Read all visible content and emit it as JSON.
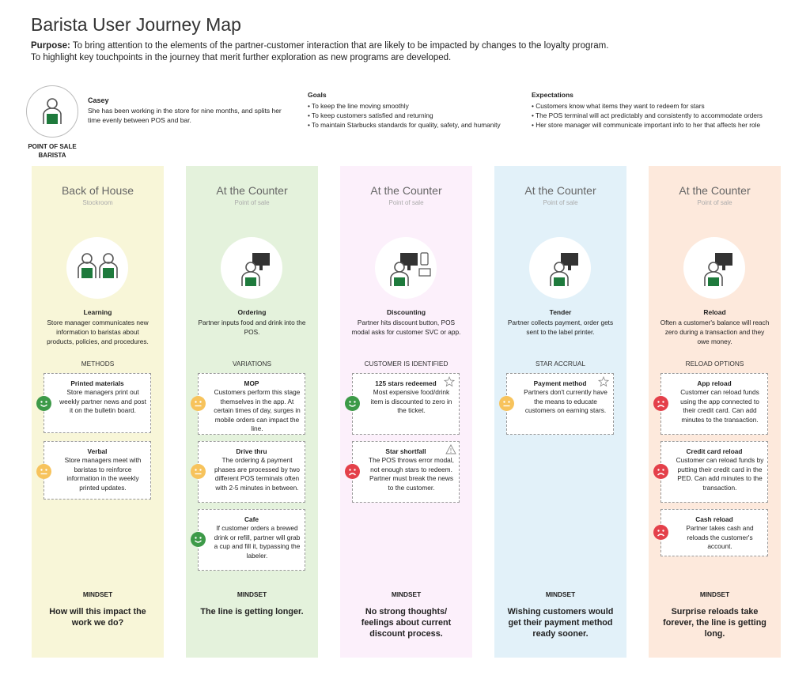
{
  "title": "Barista User Journey Map",
  "purpose": {
    "label": "Purpose:",
    "line1": " To bring attention to the elements of the partner-customer interaction that are likely to be impacted by changes to the loyalty program.",
    "line2": "To highlight key touchpoints in the journey that merit further exploration as new programs are developed."
  },
  "persona": {
    "role": "POINT OF SALE BARISTA",
    "name": "Casey",
    "description": "She has been working in the store for nine months, and splits her time evenly between POS and bar."
  },
  "goals": {
    "title": "Goals",
    "items": [
      "• To keep the line moving smoothly",
      "• To keep customers satisfied and returning",
      "• To maintain Starbucks standards for quality, safety, and humanity"
    ]
  },
  "expectations": {
    "title": "Expectations",
    "items": [
      "• Customers know what items they want to redeem for stars",
      "• The POS terminal will act predictably and consistently to accommodate orders",
      "• Her store manager will communicate important info to her that affects her role"
    ]
  },
  "colors": {
    "col1": "#f8f6d8",
    "col2": "#e4f2dc",
    "col3": "#fcf0fb",
    "col4": "#e2f1f9",
    "col5": "#fde9dc",
    "happy": "#3d9a48",
    "neutral": "#f7c35c",
    "sad": "#e4404a"
  },
  "columns": [
    {
      "title": "Back of House",
      "subtitle": "Stockroom",
      "stage": "Learning",
      "description": "Store manager communicates new information to baristas about products, policies, and procedures.",
      "section": "METHODS",
      "cards": [
        {
          "title": "Printed materials",
          "text": "Store managers print out weekly partner news and post it on the bulletin board.",
          "mood": "happy"
        },
        {
          "title": "Verbal",
          "text": "Store managers meet with baristas to reinforce information in the weekly printed updates.",
          "mood": "neutral"
        }
      ],
      "mindset_label": "MINDSET",
      "mindset": "How will this impact the work we do?"
    },
    {
      "title": "At the Counter",
      "subtitle": "Point of sale",
      "stage": "Ordering",
      "description": "Partner inputs food and drink into the POS.",
      "section": "VARIATIONS",
      "cards": [
        {
          "title": "MOP",
          "text": "Customers perform this stage themselves in the app. At certain times of day, surges in mobile orders can impact the line.",
          "mood": "neutral"
        },
        {
          "title": "Drive thru",
          "text": "The ordering & payment phases are processed by two different POS terminals often with 2-5 minutes in between.",
          "mood": "neutral"
        },
        {
          "title": "Cafe",
          "text": "If customer orders a brewed drink or refill, partner will grab a cup and fill it, bypassing the labeler.",
          "mood": "happy"
        }
      ],
      "mindset_label": "MINDSET",
      "mindset": "The line is getting longer."
    },
    {
      "title": "At the Counter",
      "subtitle": "Point of sale",
      "stage": "Discounting",
      "description": "Partner hits discount button, POS modal asks for customer SVC or app.",
      "section": "CUSTOMER IS IDENTIFIED",
      "cards": [
        {
          "title": "125 stars redeemed",
          "text": "Most expensive food/drink item is discounted to zero in the ticket.",
          "mood": "happy"
        },
        {
          "title": "Star shortfall",
          "text": "The POS throws error modal, not enough stars to redeem. Partner must break the news to the customer.",
          "mood": "sad"
        }
      ],
      "mindset_label": "MINDSET",
      "mindset": "No strong thoughts/ feelings about current discount process."
    },
    {
      "title": "At the Counter",
      "subtitle": "Point of sale",
      "stage": "Tender",
      "description": "Partner collects payment, order gets sent to the label printer.",
      "section": "STAR ACCRUAL",
      "cards": [
        {
          "title": "Payment method",
          "text": "Partners don't currently have the means to educate customers on earning stars.",
          "mood": "neutral"
        }
      ],
      "mindset_label": "MINDSET",
      "mindset": "Wishing customers would get their payment method ready sooner."
    },
    {
      "title": "At the Counter",
      "subtitle": "Point of sale",
      "stage": "Reload",
      "description": "Often a customer's balance will reach zero during a transaction and they owe money.",
      "section": "RELOAD OPTIONS",
      "cards": [
        {
          "title": "App reload",
          "text": "Customer can reload funds using the app connected to their credit card. Can add minutes to the transaction.",
          "mood": "sad"
        },
        {
          "title": "Credit card reload",
          "text": "Customer can reload funds by putting their credit card in the PED. Can add minutes to the transaction.",
          "mood": "sad"
        },
        {
          "title": "Cash reload",
          "text": "Partner takes cash and reloads the customer's account.",
          "mood": "sad"
        }
      ],
      "mindset_label": "MINDSET",
      "mindset": "Surprise reloads take forever, the line is getting long."
    }
  ]
}
